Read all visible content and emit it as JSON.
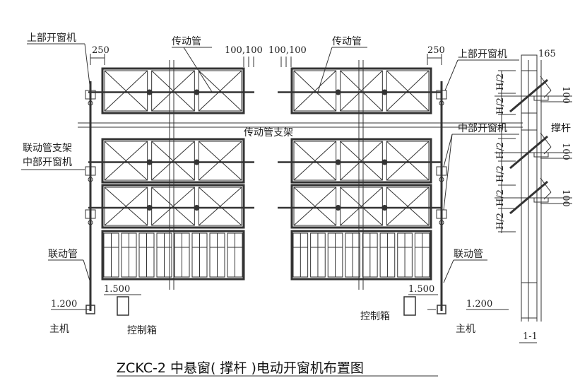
{
  "title": "ZCKC-2 中悬窗( 撑杆 )电动开窗机布置图",
  "labels": {
    "upper_opener_left": "上部开窗机",
    "upper_opener_right": "上部开窗机",
    "drive_tube_left": "传动管",
    "drive_tube_right": "传动管",
    "linkage_support": "联动管支架",
    "middle_opener_left": "中部开窗机",
    "middle_opener_right": "中部开窗机",
    "drive_tube_support": "传动管支架",
    "strut": "撑杆",
    "linkage_tube_left": "联动管",
    "linkage_tube_right": "联动管",
    "control_box_left": "控制箱",
    "control_box_right": "控制箱",
    "main_unit_left": "主机",
    "main_unit_right": "主机",
    "section": "1-1"
  },
  "dimensions": {
    "d250_left": "250",
    "d250_right": "250",
    "d100_left": "100,100",
    "d100_right": "100,100",
    "d165": "165",
    "elev_1500_left": "1.500",
    "elev_1500_right": "1.500",
    "elev_1200_left": "1.200",
    "elev_1200_right": "1.200",
    "half_h": [
      "H/2",
      "H/2",
      "H/2",
      "H/2",
      "H/2",
      "H/2"
    ],
    "d100_section": [
      "100",
      "100",
      "100"
    ]
  }
}
